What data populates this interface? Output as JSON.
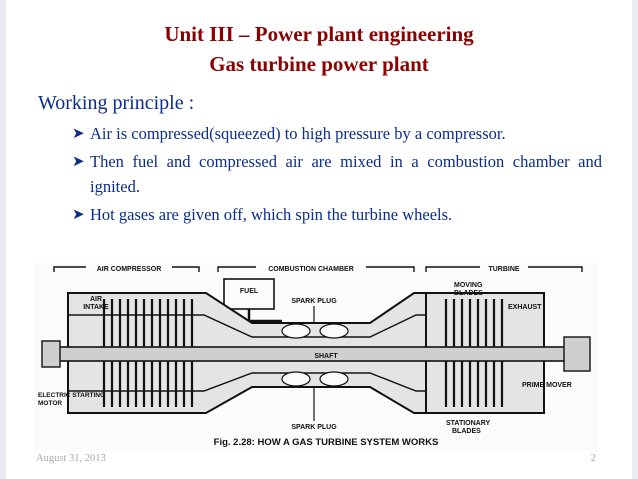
{
  "title": "Unit III – Power plant engineering",
  "subtitle": "Gas turbine power plant",
  "section_heading": "Working principle :",
  "bullets": [
    "Air is compressed(squeezed) to high pressure by a compressor.",
    "Then fuel and compressed air are mixed in a combustion chamber and ignited.",
    "Hot gases are given off, which spin the turbine wheels."
  ],
  "figure": {
    "labels": {
      "air_compressor": "AIR COMPRESSOR",
      "combustion_chamber": "COMBUSTION CHAMBER",
      "turbine": "TURBINE",
      "fuel": "FUEL",
      "air_intake_1": "AIR",
      "air_intake_2": "INTAKE",
      "spark_plug_top": "SPARK PLUG",
      "spark_plug_bottom": "SPARK PLUG",
      "shaft": "SHAFT",
      "moving_blades_1": "MOVING",
      "moving_blades_2": "BLADES",
      "exhaust": "EXHAUST",
      "motor_1": "ELECTRIC STARTING",
      "motor_2": "MOTOR",
      "prime_mover": "PRIME MOVER",
      "stationary_blades_1": "STATIONARY",
      "stationary_blades_2": "BLADES"
    },
    "caption": "Fig. 2.28: HOW A GAS TURBINE SYSTEM WORKS"
  },
  "footer": {
    "date": "August 31, 2013",
    "page": "2"
  },
  "colors": {
    "title": "#8b0000",
    "body_text": "#0b2c8c",
    "footer": "#a9a9a9"
  },
  "icons": {
    "bullet": "arrowhead-bullet-icon"
  }
}
